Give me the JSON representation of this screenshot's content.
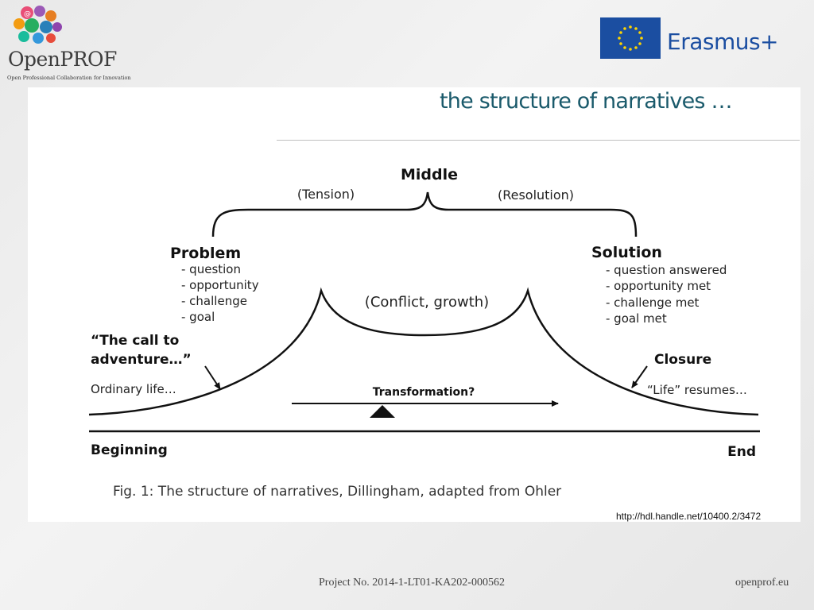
{
  "header": {
    "logo_text": "OpenPROF",
    "logo_tagline": "Open Professional Collaboration for Innovation",
    "partner_logo_text": "Erasmus+"
  },
  "slide": {
    "title": "the structure of narratives …",
    "caption": "Fig. 1: The structure of narratives, Dillingham, adapted from Ohler",
    "url": "http://hdl.handle.net/10400.2/3472"
  },
  "diagram": {
    "middle": "Middle",
    "tension": "(Tension)",
    "resolution": "(Resolution)",
    "problem": {
      "heading": "Problem",
      "items": [
        "- question",
        "- opportunity",
        "- challenge",
        "- goal"
      ]
    },
    "solution": {
      "heading": "Solution",
      "items": [
        "- question answered",
        "- opportunity met",
        "- challenge met",
        "- goal met"
      ]
    },
    "conflict": "(Conflict, growth)",
    "call_line1": "“The call to",
    "call_line2": "adventure…”",
    "ordinary": "Ordinary life…",
    "closure": "Closure",
    "resumes": "“Life” resumes…",
    "transformation": "Transformation?",
    "beginning": "Beginning",
    "end": "End"
  },
  "footer": {
    "project": "Project No. 2014-1-LT01-KA202-000562",
    "site": "openprof.eu"
  },
  "colors": {
    "title": "#1a5a6b",
    "eu_blue": "#1b4ea1",
    "eu_star": "#ffd500"
  }
}
